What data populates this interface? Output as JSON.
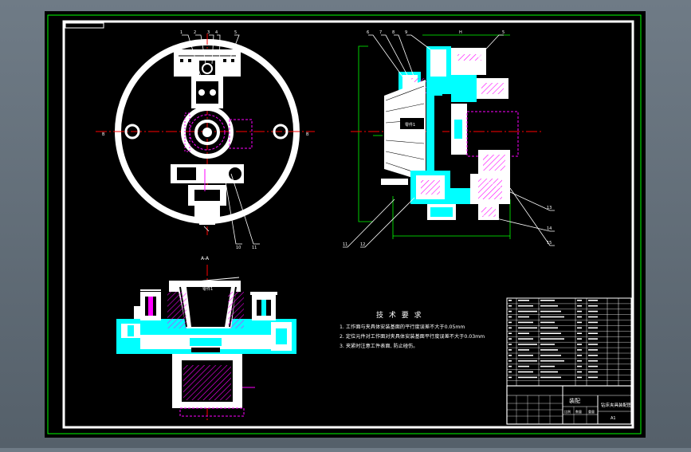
{
  "drawing": {
    "section_label": "A-A",
    "top_view_label": "B",
    "tech_req": {
      "heading": "技 术 要 求",
      "items": [
        "1. 工作面与夹具体安装基面的平行度误差不大于0.05mm",
        "2. 定位元件对工作面对夹具体安装基面平行度误差不大于0.03mm",
        "3. 夹紧时注意工件表面, 防止碰伤。"
      ]
    },
    "title_block": {
      "name": "钻床夹具装配图",
      "sheet": "A1",
      "material": "装配",
      "scale_label": "比例",
      "qty_label": "数量",
      "weight_label": "重量"
    }
  },
  "colors": {
    "background": "#000000",
    "frame": "#00ff00",
    "geometry": "#ffffff",
    "part": "#00ffff",
    "hatch": "#ff00ff",
    "center": "#ff0000",
    "dimension": "#00ff00"
  }
}
